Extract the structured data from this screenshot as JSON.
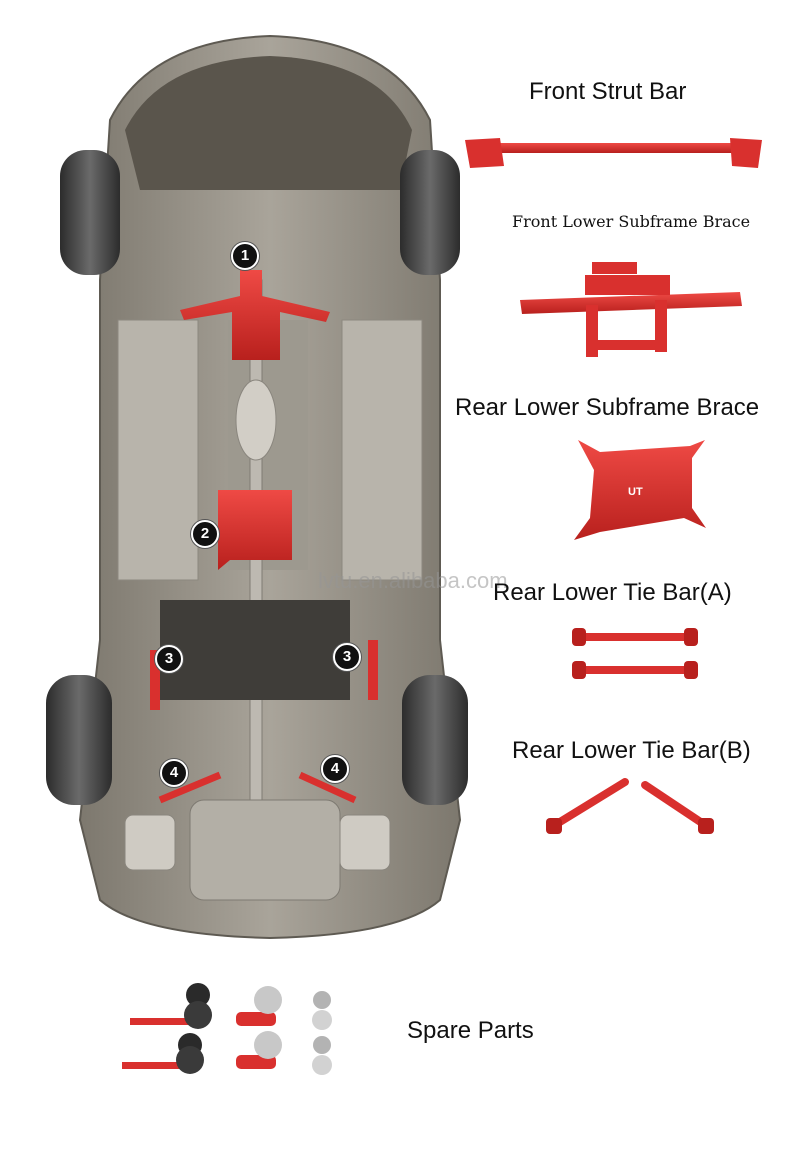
{
  "parts": {
    "front_strut_bar": "Front Strut Bar",
    "front_lower_subframe_brace": "Front Lower Subframe Brace",
    "rear_lower_subframe_brace": "Rear Lower Subframe Brace",
    "rear_lower_tie_bar_a": "Rear Lower Tie Bar(A)",
    "rear_lower_tie_bar_b": "Rear Lower Tie Bar(B)",
    "spare_parts": "Spare Parts"
  },
  "markers": [
    "1",
    "2",
    "3",
    "3",
    "4",
    "4"
  ],
  "watermark": "lvtu.en.alibaba.com",
  "brace_logo": "UT",
  "colors": {
    "accent_red": "#d9302e",
    "chassis_gray": "#8f8a80",
    "tire": "#3a3a3a"
  }
}
